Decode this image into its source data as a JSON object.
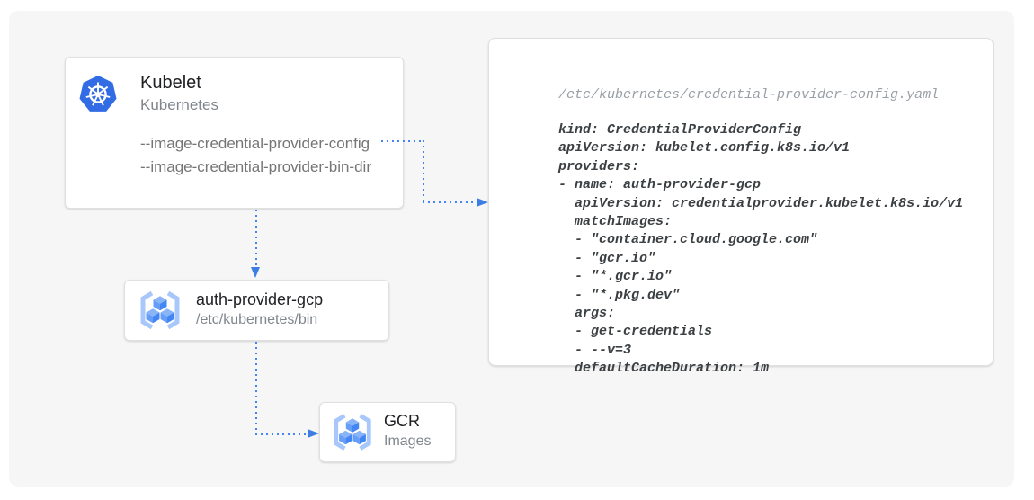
{
  "colors": {
    "accent_blue": "#4285F4",
    "arrow_blue": "#3D7DE4",
    "k8s_blue": "#326CE5",
    "panel_bg": "#F6F6F6",
    "title_text": "#202124",
    "subtitle_text": "#80868B",
    "flag_text": "#757575",
    "code_text": "#3C4043",
    "code_path_text": "#9AA0A6"
  },
  "nodes": {
    "kubelet": {
      "icon": "kubernetes-logo",
      "title": "Kubelet",
      "subtitle": "Kubernetes",
      "flags": [
        "--image-credential-provider-config",
        "--image-credential-provider-bin-dir"
      ]
    },
    "auth_provider": {
      "icon": "gcr-cubes",
      "title": "auth-provider-gcp",
      "subtitle": "/etc/kubernetes/bin"
    },
    "gcr": {
      "icon": "gcr-cubes",
      "title": "GCR",
      "subtitle": "Images"
    }
  },
  "config_file": {
    "path": "/etc/kubernetes/credential-provider-config.yaml",
    "code_lines": [
      "kind: CredentialProviderConfig",
      "apiVersion: kubelet.config.k8s.io/v1",
      "providers:",
      "- name: auth-provider-gcp",
      "  apiVersion: credentialprovider.kubelet.k8s.io/v1",
      "  matchImages:",
      "  - \"container.cloud.google.com\"",
      "  - \"gcr.io\"",
      "  - \"*.gcr.io\"",
      "  - \"*.pkg.dev\"",
      "  args:",
      "  - get-credentials",
      "  - --v=3",
      "  defaultCacheDuration: 1m"
    ]
  }
}
